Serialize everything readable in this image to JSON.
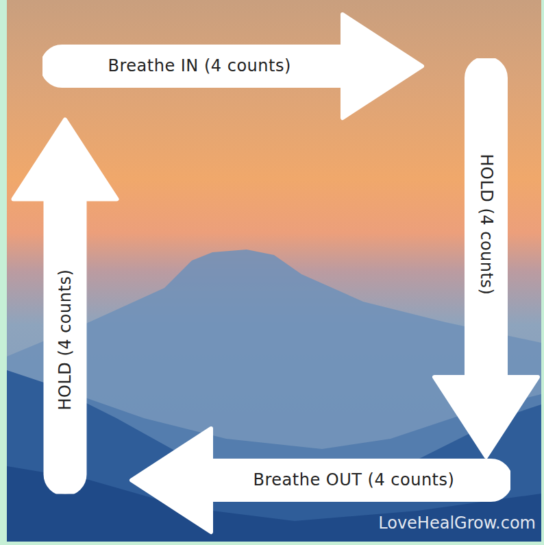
{
  "diagram": {
    "nodes": [
      {
        "text": [
          "Breathe IN (4 counts)"
        ]
      },
      {
        "text": [
          "HOLD (4 counts)"
        ]
      },
      {
        "text": [
          "Breathe OUT (4 counts)"
        ]
      },
      {
        "text": [
          "HOLD (4 counts)"
        ]
      }
    ],
    "labels": [
      "LoveHealGrow.com"
    ]
  }
}
